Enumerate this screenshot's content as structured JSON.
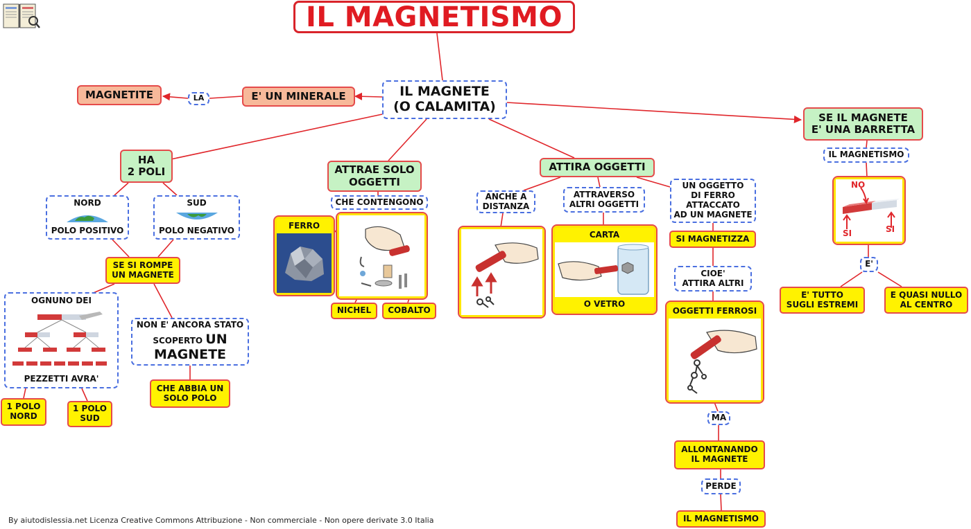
{
  "title": "IL MAGNETISMO",
  "footer": "By aiutodislessia.net Licenza Creative Commons Attribuzione - Non commerciale - Non opere derivate 3.0 Italia",
  "nodes": {
    "magnete": [
      "IL MAGNETE",
      "(O CALAMITA)"
    ],
    "minerale": "E' UN MINERALE",
    "la": "LA",
    "magnetite": "MAGNETITE",
    "ha2poli": [
      "HA",
      "2 POLI"
    ],
    "nord": "NORD",
    "polo_positivo": "POLO POSITIVO",
    "sud": "SUD",
    "polo_negativo": "POLO NEGATIVO",
    "se_si_rompe": [
      "SE SI ROMPE",
      "UN MAGNETE"
    ],
    "ognuno_dei": "OGNUNO DEI",
    "pezzetti": "PEZZETTI AVRA'",
    "polo_nord": [
      "1 POLO",
      "NORD"
    ],
    "polo_sud": [
      "1 POLO",
      "SUD"
    ],
    "non_scoperto": [
      "NON E' ANCORA STATO",
      "SCOPERTO",
      "UN",
      "MAGNETE"
    ],
    "un_solo_polo": [
      "CHE ABBIA UN",
      "SOLO POLO"
    ],
    "attrae": [
      "ATTRAE SOLO",
      "OGGETTI"
    ],
    "che_contengono": "CHE CONTENGONO",
    "ferro": "FERRO",
    "nichel": "NICHEL",
    "cobalto": "COBALTO",
    "attira": "ATTIRA OGGETTI",
    "distanza": [
      "ANCHE A",
      "DISTANZA"
    ],
    "attraverso": [
      "ATTRAVERSO",
      "ALTRI OGGETTI"
    ],
    "carta": "CARTA",
    "vetro": "O VETRO",
    "oggetto_ferro": [
      "UN OGGETTO",
      "DI FERRO",
      "ATTACCATO",
      "AD UN MAGNETE"
    ],
    "si_magnetizza": "SI MAGNETIZZA",
    "cioe": [
      "CIOE'",
      "ATTIRA ALTRI"
    ],
    "oggetti_ferrosi": "OGGETTI FERROSI",
    "ma": "MA",
    "allontanando": [
      "ALLONTANANDO",
      "IL MAGNETE"
    ],
    "perde": "PERDE",
    "il_magnetismo_end": "IL MAGNETISMO",
    "barretta": [
      "SE IL MAGNETE",
      "E' UNA BARRETTA"
    ],
    "il_magnetismo_bar": "IL MAGNETISMO",
    "e": "E'",
    "estremi": [
      "E' TUTTO",
      "SUGLI ESTREMI"
    ],
    "centro": [
      "E QUASI NULLO",
      "AL CENTRO"
    ]
  },
  "bar_picture": {
    "no": "NO",
    "si_left": "SI",
    "si_right": "SI"
  },
  "colors": {
    "title_red": "#e01b22",
    "link_red": "#e0262b",
    "dash_blue": "#4a6fe0",
    "green": "#c6f2c4",
    "yellow": "#fff200",
    "salmon": "#f7b99a"
  }
}
